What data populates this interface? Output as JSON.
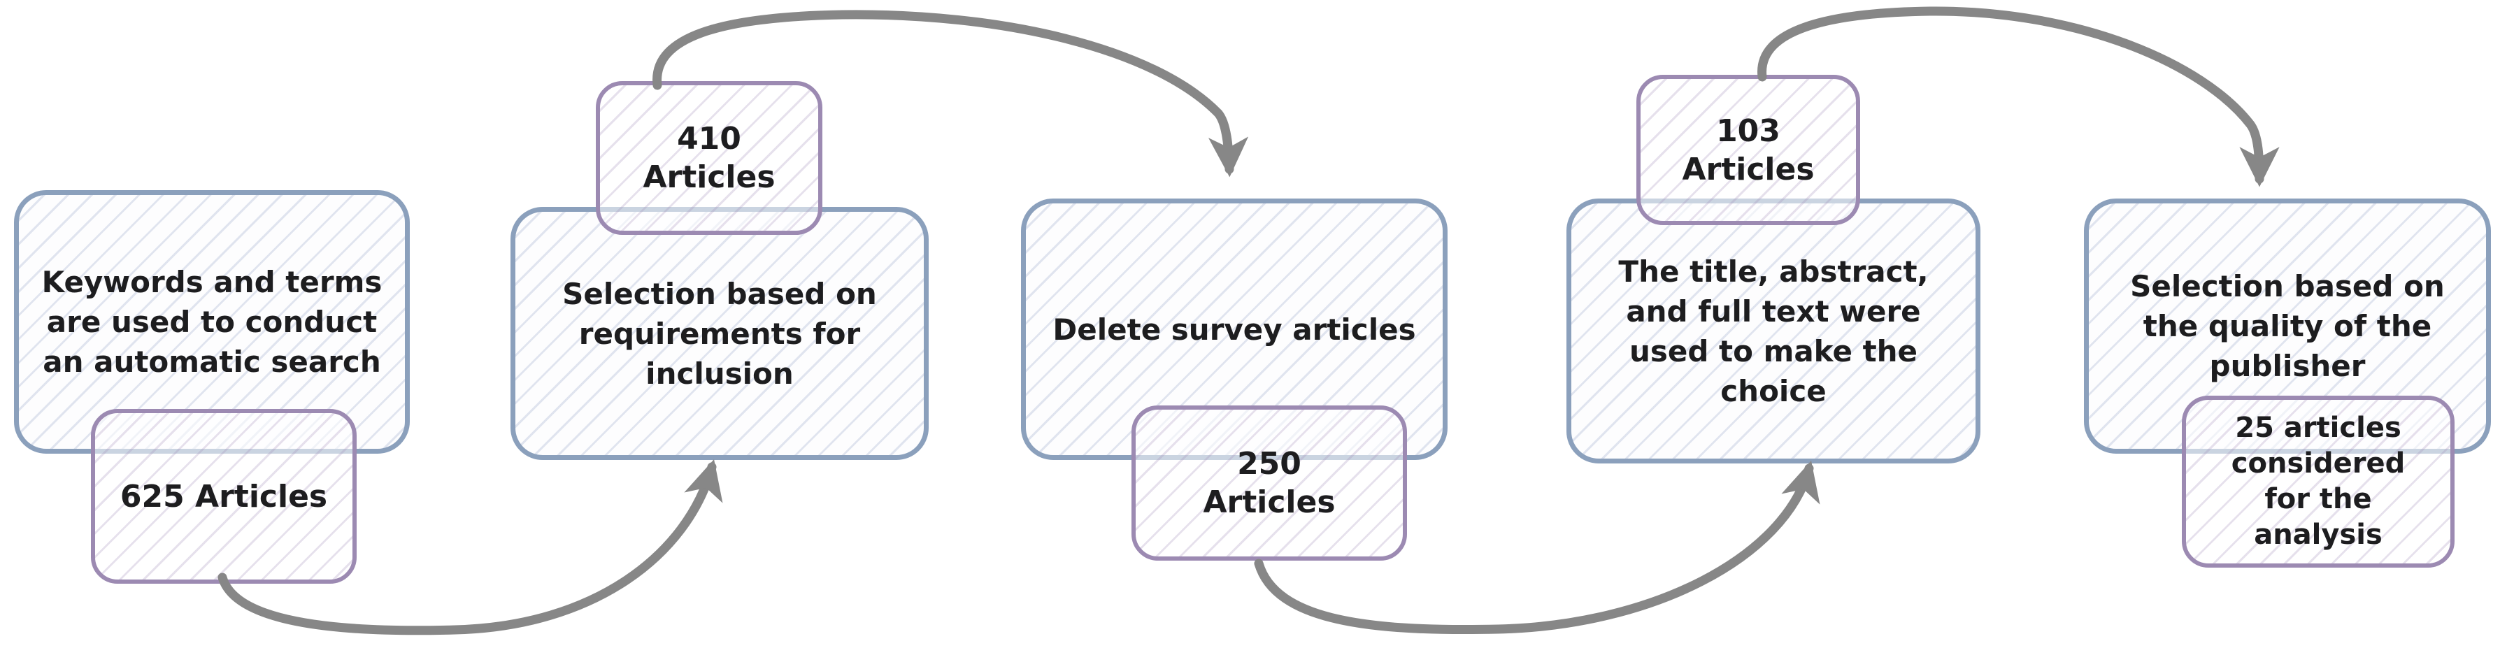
{
  "flow": {
    "steps": [
      {
        "label": "Keywords and terms\nare used to conduct\nan automatic search",
        "count": "625 Articles"
      },
      {
        "label": "Selection based on\nrequirements for\ninclusion",
        "count": "410\nArticles"
      },
      {
        "label": "Delete survey articles",
        "count": "250\nArticles"
      },
      {
        "label": "The title, abstract,\nand full text were\nused to make the\nchoice",
        "count": "103\nArticles"
      },
      {
        "label": "Selection based on\nthe quality of the\npublisher",
        "count": "25 articles\nconsidered\nfor the\nanalysis"
      }
    ],
    "colors": {
      "process_border": "#8ba0bc",
      "count_border": "#9c8ab2",
      "arrow": "#878787",
      "text": "#1d1d1f"
    }
  }
}
